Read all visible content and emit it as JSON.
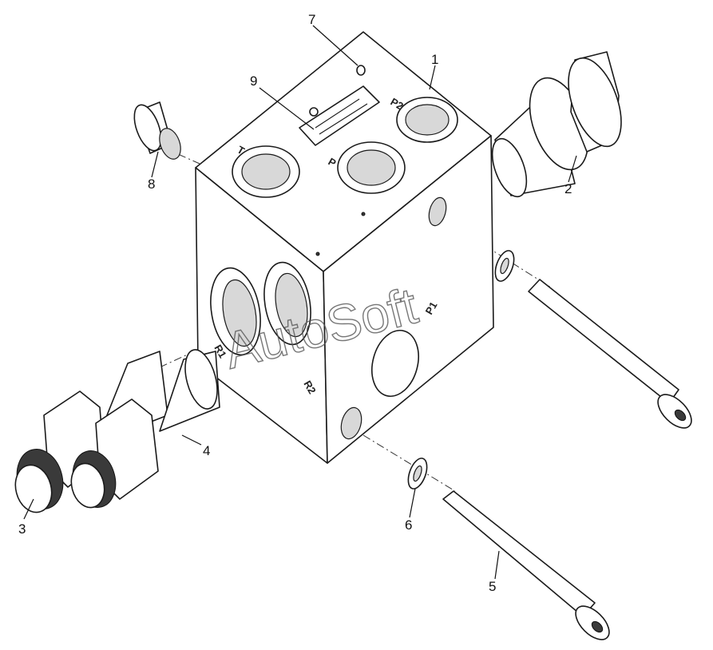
{
  "callouts": [
    "1",
    "2",
    "3",
    "4",
    "5",
    "6",
    "7",
    "8",
    "9"
  ],
  "port_labels": {
    "top_t": "T",
    "top_p": "P",
    "top_p2": "P2",
    "right_p1": "P1",
    "front_r1": "R1",
    "front_r2": "R2"
  },
  "watermark": "AutoSoft"
}
